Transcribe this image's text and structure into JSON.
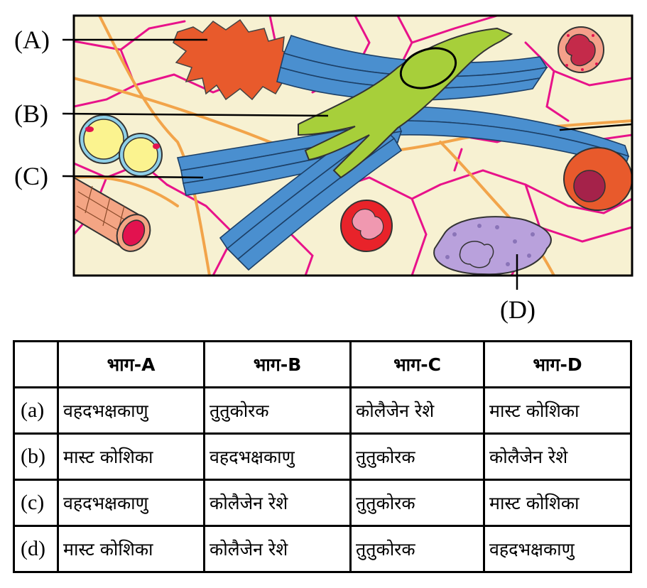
{
  "figure": {
    "labels": {
      "a": "(A)",
      "b": "(B)",
      "c": "(C)",
      "d": "(D)"
    },
    "colors": {
      "background": "#f7f1d2",
      "reticular_fibre": "#e8128a",
      "elastic_fibre": "#f2a44a",
      "collagen": "#4a8fcf",
      "fibroblast": "#a7cf3a",
      "macrophage": "#e85a2c",
      "fat_cell": "#fbf38f",
      "mast_cell": "#b9a1dc",
      "blood_vessel": "#f4a584"
    }
  },
  "table": {
    "headers": [
      "",
      "भाग-A",
      "भाग-B",
      "भाग-C",
      "भाग-D"
    ],
    "rows": [
      {
        "option": "(a)",
        "cells": [
          "वहदभक्षकाणु",
          "तुतुकोरक",
          "कोलैजेन रेशे",
          "मास्ट कोशिका"
        ]
      },
      {
        "option": "(b)",
        "cells": [
          "मास्ट कोशिका",
          "वहदभक्षकाणु",
          "तुतुकोरक",
          "कोलैजेन रेशे"
        ]
      },
      {
        "option": "(c)",
        "cells": [
          "वहदभक्षकाणु",
          "कोलैजेन रेशे",
          "तुतुकोरक",
          "मास्ट कोशिका"
        ]
      },
      {
        "option": "(d)",
        "cells": [
          "मास्ट कोशिका",
          "कोलैजेन रेशे",
          "तुतुकोरक",
          "वहदभक्षकाणु"
        ]
      }
    ]
  }
}
